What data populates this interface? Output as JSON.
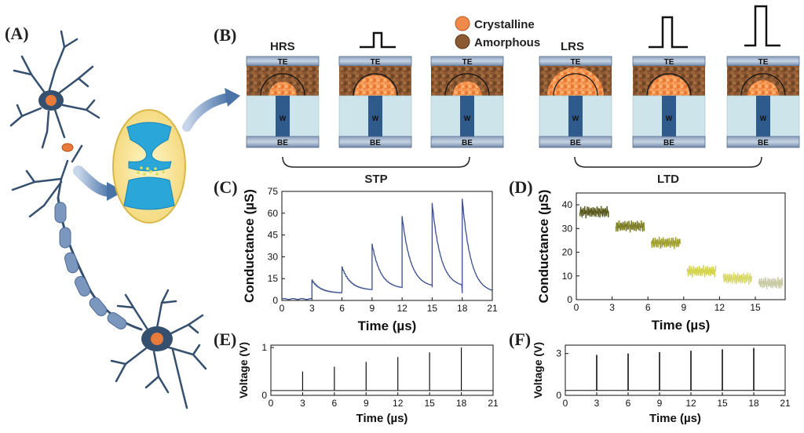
{
  "panels": {
    "a": "(A)",
    "b": "(B)",
    "c": "(C)",
    "d": "(D)",
    "e": "(E)",
    "f": "(F)"
  },
  "legend": {
    "crystalline": "Crystalline",
    "amorphous": "Amorphous"
  },
  "device": {
    "te": "TE",
    "be": "BE",
    "w": "W"
  },
  "states": {
    "hrs": "HRS",
    "lrs": "LRS"
  },
  "brackets": {
    "stp": "STP",
    "ltd": "LTD"
  },
  "colors": {
    "neuron": "#35506e",
    "nucleus": "#e87a3a",
    "electrode": "#6f86a6",
    "chalcogenide": "#8b5a32",
    "crystal": "#f08a4b",
    "w_plug": "#2f5a8c",
    "dielectric": "#cde5ea",
    "trace_c": "#3a4f8c"
  },
  "chart_data": [
    {
      "id": "C",
      "type": "line",
      "xlabel": "Time (µs)",
      "ylabel": "Conductance (µS)",
      "xlim": [
        0,
        21
      ],
      "ylim": [
        0,
        75
      ],
      "xticks": [
        0,
        3,
        6,
        9,
        12,
        15,
        18,
        21
      ],
      "yticks": [
        0,
        15,
        30,
        45,
        60,
        75
      ],
      "baseline": 1,
      "pulses": [
        {
          "t": 3,
          "peak": 14,
          "tail": 5
        },
        {
          "t": 6,
          "peak": 23,
          "tail": 7
        },
        {
          "t": 9,
          "peak": 39,
          "tail": 8
        },
        {
          "t": 12,
          "peak": 58,
          "tail": 9
        },
        {
          "t": 15,
          "peak": 67,
          "tail": 9
        },
        {
          "t": 18,
          "peak": 70,
          "tail": 5
        }
      ]
    },
    {
      "id": "D",
      "type": "line",
      "xlabel": "Time (µs)",
      "ylabel": "Conductance (µS)",
      "xlim": [
        0,
        17.5
      ],
      "ylim": [
        0,
        45
      ],
      "xticks": [
        0,
        3,
        6,
        9,
        12,
        15
      ],
      "yticks": [
        0,
        10,
        20,
        30,
        40
      ],
      "segments": [
        {
          "x0": 0.3,
          "x1": 2.7,
          "level": 37,
          "color": "#5a5a1e"
        },
        {
          "x0": 3.3,
          "x1": 5.7,
          "level": 31,
          "color": "#7d7d26"
        },
        {
          "x0": 6.3,
          "x1": 8.7,
          "level": 24,
          "color": "#a0a02c"
        },
        {
          "x0": 9.3,
          "x1": 11.7,
          "level": 12,
          "color": "#d4d448"
        },
        {
          "x0": 12.3,
          "x1": 14.7,
          "level": 9,
          "color": "#d8d86a"
        },
        {
          "x0": 15.3,
          "x1": 17.3,
          "level": 7,
          "color": "#c9c9a4"
        }
      ]
    },
    {
      "id": "E",
      "type": "line",
      "xlabel": "Time (µs)",
      "ylabel": "Voltage (V)",
      "xlim": [
        0,
        21
      ],
      "ylim": [
        0,
        1.05
      ],
      "xticks": [
        0,
        3,
        6,
        9,
        12,
        15,
        18,
        21
      ],
      "yticks": [
        0,
        1
      ],
      "baseline": 0.1,
      "spikes": [
        {
          "t": 3,
          "v": 0.5
        },
        {
          "t": 6,
          "v": 0.6
        },
        {
          "t": 9,
          "v": 0.7
        },
        {
          "t": 12,
          "v": 0.8
        },
        {
          "t": 15,
          "v": 0.9
        },
        {
          "t": 18,
          "v": 1.0
        }
      ]
    },
    {
      "id": "F",
      "type": "line",
      "xlabel": "Time (µs)",
      "ylabel": "Voltage (V)",
      "xlim": [
        0,
        21
      ],
      "ylim": [
        0,
        3.6
      ],
      "xticks": [
        0,
        3,
        6,
        9,
        12,
        15,
        18,
        21
      ],
      "yticks": [
        0,
        3
      ],
      "baseline": 0.35,
      "spikes": [
        {
          "t": 3,
          "v": 2.9
        },
        {
          "t": 6,
          "v": 3.0
        },
        {
          "t": 9,
          "v": 3.1
        },
        {
          "t": 12,
          "v": 3.2
        },
        {
          "t": 15,
          "v": 3.3
        },
        {
          "t": 18,
          "v": 3.4
        }
      ]
    }
  ]
}
